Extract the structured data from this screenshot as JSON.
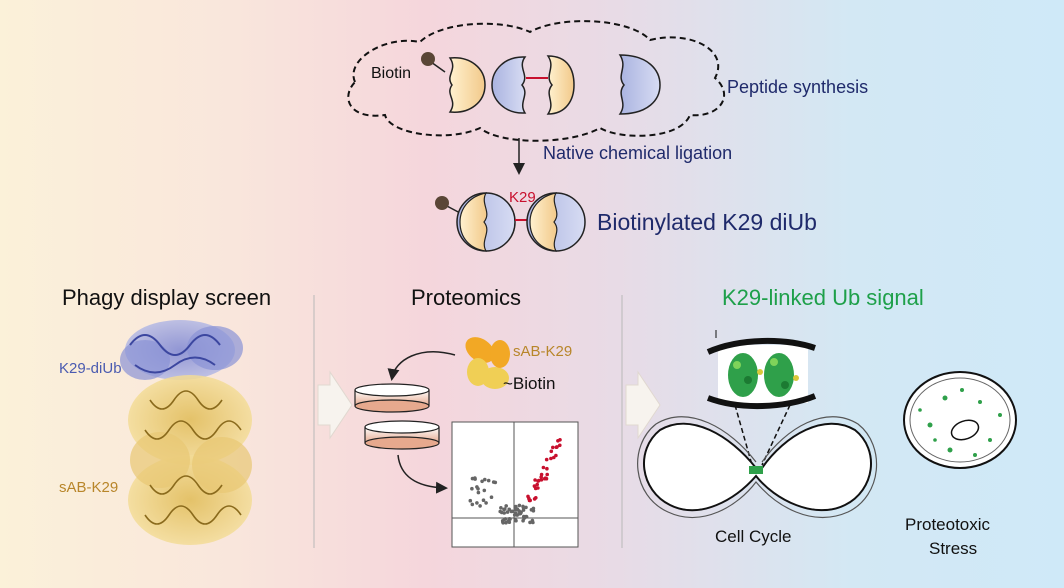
{
  "top": {
    "biotin_label": "Biotin",
    "peptide_synthesis": "Peptide synthesis",
    "native_ligation": "Native chemical ligation",
    "k29_label": "K29",
    "product_label": "Biotinylated K29 diUb"
  },
  "sections": {
    "phagy_title": "Phagy display screen",
    "proteomics_title": "Proteomics",
    "signal_title": "K29-linked Ub signal"
  },
  "structure_labels": {
    "diub": "K29-diUb",
    "sab": "sAB-K29"
  },
  "proteomics": {
    "sab_label": "sAB-K29",
    "biotin_label": "~Biotin"
  },
  "signal": {
    "cell_cycle": "Cell Cycle",
    "stress_line1": "Proteotoxic",
    "stress_line2": "Stress"
  },
  "colors": {
    "navy_text": "#1f2a6b",
    "k29_red": "#c8102e",
    "green_title": "#1ea04a",
    "diub_blue": "#4a5bb0",
    "sab_gold": "#b8862a",
    "biotin_ball": "#5a4636"
  }
}
